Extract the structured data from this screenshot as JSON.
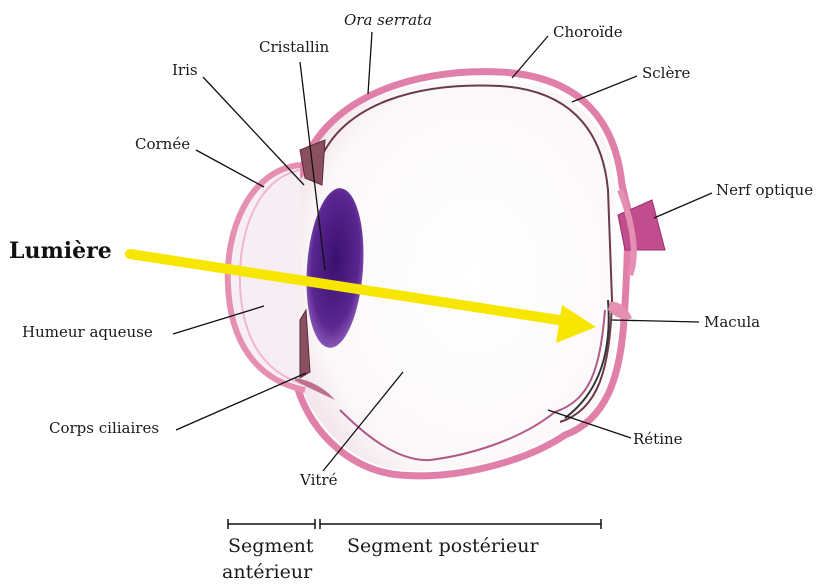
{
  "labels": {
    "cristallin": "Cristallin",
    "ora_serrata": "Ora serrata",
    "choroide": "Choroïde",
    "iris": "Iris",
    "sclere": "Sclère",
    "cornee": "Cornée",
    "nerf_optique": "Nerf optique",
    "lumiere": "Lumière",
    "humeur_aqueuse": "Humeur aqueuse",
    "macula": "Macula",
    "corps_ciliaires": "Corps ciliaires",
    "retine": "Rétine",
    "vitre": "Vitré"
  },
  "segments": {
    "anterieur_line1": "Segment",
    "anterieur_line2": "antérieur",
    "posterieur": "Segment postérieur"
  },
  "colors": {
    "tissue_pink": "#e58fb3",
    "lens_purple": "#4a1a7a",
    "arrow_yellow": "#f7e600"
  }
}
